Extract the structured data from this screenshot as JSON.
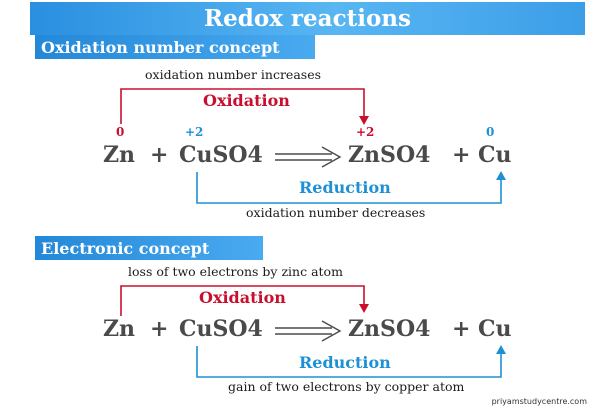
{
  "title": "Redox reactions",
  "section1": {
    "tab": "Oxidation number concept",
    "top_note": "oxidation number increases",
    "oxidation_label": "Oxidation",
    "reduction_label": "Reduction",
    "bottom_note": "oxidation number decreases",
    "oxidation_numbers": {
      "zn": "0",
      "cu_in_cuso4": "+2",
      "zn_in_znso4": "+2",
      "cu": "0"
    }
  },
  "section2": {
    "tab": "Electronic concept",
    "top_note": "loss of two electrons by zinc atom",
    "oxidation_label": "Oxidation",
    "reduction_label": "Reduction",
    "bottom_note": "gain of two electrons by copper atom"
  },
  "equation": {
    "reactant1": "Zn",
    "plus": "+",
    "reactant2": "CuSO4",
    "product1": "ZnSO4",
    "product2": "Cu"
  },
  "watermark": "priyamstudycentre.com",
  "colors": {
    "oxidation": "#c8102e",
    "reduction": "#1e90d6",
    "banner": "#3ea4ec",
    "equation": "#4a4a4a"
  }
}
